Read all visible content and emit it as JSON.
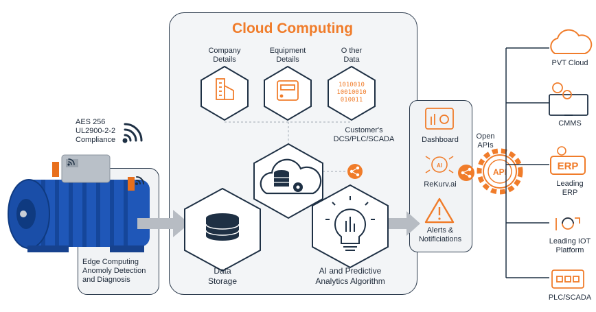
{
  "colors": {
    "accent": "#f07c2a",
    "dark": "#1e3044",
    "border": "#2b3a4c",
    "panel": "#f3f5f7",
    "motor": "#1f57b8"
  },
  "cloud": {
    "title": "Cloud Computing",
    "company_details": "Company\nDetails",
    "equipment_details": "Equipment\nDetails",
    "other_data": "O ther\nData",
    "binary": [
      "1010010",
      "10010010",
      "010011"
    ],
    "customers_dcs": "Customer's\nDCS/PLC/SCADA",
    "data_storage": "Data\nStorage",
    "ai_algorithm": "AI and Predictive\nAnalytics Algorithm"
  },
  "edge": {
    "compliance": "AES 256\nUL2900-2-2\nCompliance",
    "label": "Edge Computing\nAnomoly Detection\nand Diagnosis"
  },
  "panel": {
    "dashboard": "Dashboard",
    "rekurv": "ReKurv.ai",
    "alerts": "Alerts &\nNotificiations"
  },
  "api": {
    "open_apis": "Open\nAPIs",
    "hub_label": "API"
  },
  "targets": [
    {
      "name": "PVT Cloud",
      "icon": "cloud-icon"
    },
    {
      "name": "CMMS",
      "icon": "gears-monitor-icon"
    },
    {
      "name": "Leading\nERP",
      "icon": "erp-icon",
      "badge": "ERP"
    },
    {
      "name": "Leading IOT\nPlatform",
      "icon": "iot-icon"
    },
    {
      "name": "PLC/SCADA",
      "icon": "plc-icon"
    }
  ]
}
